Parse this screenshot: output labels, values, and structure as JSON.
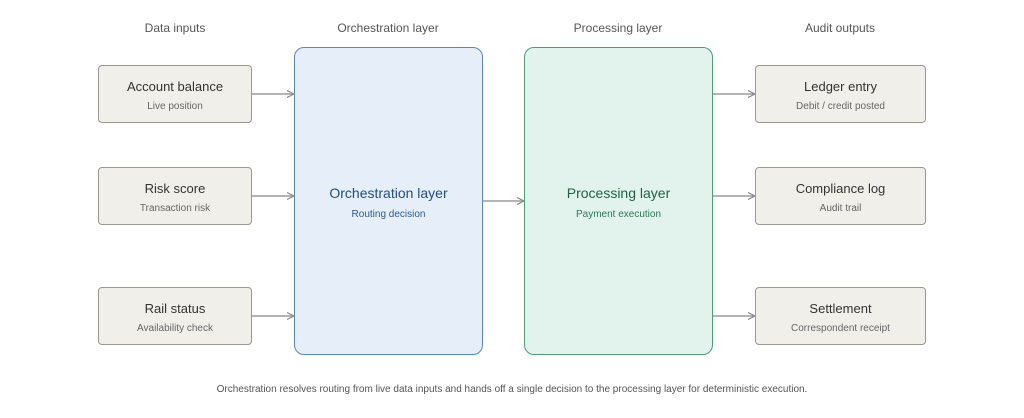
{
  "columns": {
    "inputs": "Data inputs",
    "orchestration": "Orchestration layer",
    "processing": "Processing layer",
    "outputs": "Audit outputs"
  },
  "inputs": [
    {
      "title": "Account balance",
      "sub": "Live position"
    },
    {
      "title": "Risk score",
      "sub": "Transaction risk"
    },
    {
      "title": "Rail status",
      "sub": "Availability check"
    }
  ],
  "orchestration": {
    "title": "Orchestration layer",
    "sub": "Routing decision"
  },
  "processing": {
    "title": "Processing layer",
    "sub": "Payment execution"
  },
  "outputs": [
    {
      "title": "Ledger entry",
      "sub": "Debit / credit posted"
    },
    {
      "title": "Compliance log",
      "sub": "Audit trail"
    },
    {
      "title": "Settlement",
      "sub": "Correspondent receipt"
    }
  ],
  "caption": "Orchestration resolves routing from live data inputs and hands off a single decision to the processing layer for deterministic execution.",
  "colors": {
    "node_fill": "#f1efe9",
    "node_border": "#9b9890",
    "orchestration_fill": "#e5eef9",
    "orchestration_border": "#5b86bc",
    "processing_fill": "#e1f3ec",
    "processing_border": "#4e9c7b",
    "arrow": "#888888"
  }
}
